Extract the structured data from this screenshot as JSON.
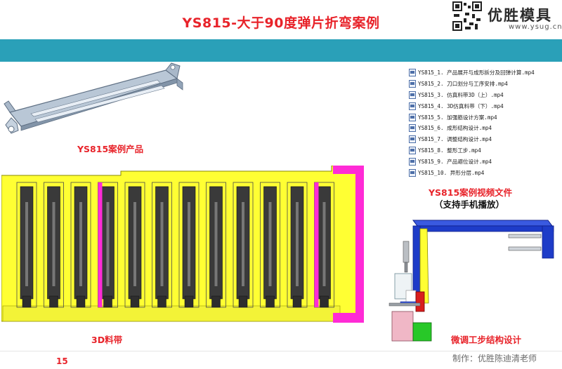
{
  "header": {
    "title": "YS815-大于90度弹片折弯案例",
    "brand_name": "优胜模具",
    "brand_url": "www.ysug.cn"
  },
  "captions": {
    "product": "YS815案例产品",
    "video_files_line1": "YS815案例视频文件",
    "video_files_line2": "（支持手机播放）",
    "strip": "3D料带",
    "station": "微调工步结构设计"
  },
  "video_files": [
    "YS815_1. 产品展开与成形拆分及回弹计算.mp4",
    "YS815_2. 刀口划分与工序安排.mp4",
    "YS815_3. 仿真料带3D（上）.mp4",
    "YS815_4. 3D仿真料带（下）.mp4",
    "YS815_5. 加强筋设计方案.mp4",
    "YS815_6. 成形结构设计.mp4",
    "YS815_7. 调整结构设计.mp4",
    "YS815_8. 整形工步.mp4",
    "YS815_9. 产品避位设计.mp4",
    "YS815_10. 异形分层.mp4"
  ],
  "footer": {
    "page_number": "15",
    "author": "制作：优胜陈迪清老师"
  },
  "colors": {
    "title_red": "#e8232a",
    "band_teal": "#2aa0b8",
    "strip_yellow": "#ffff33",
    "part_gray": "#3a3a3a",
    "magenta": "#ff2bd6",
    "tool_blue": "#1e3cc8"
  }
}
